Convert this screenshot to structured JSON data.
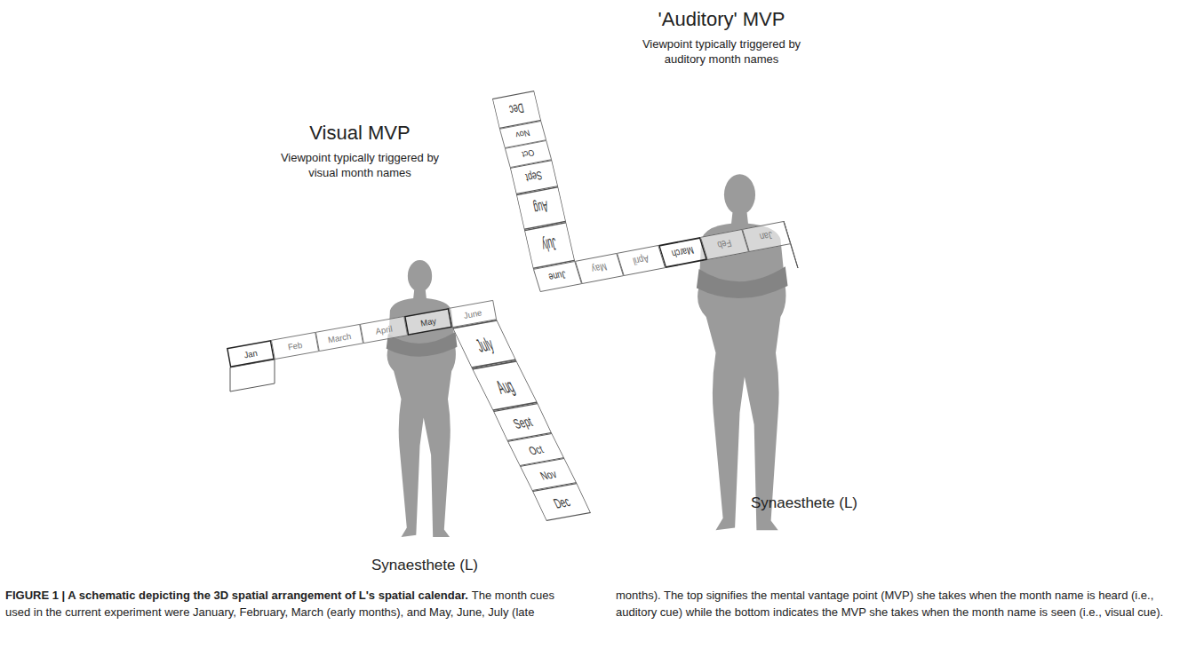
{
  "diagram": {
    "title": "FIGURE 1 | A schematic depicting the 3D spatial arrangement of L's spatial calendar.",
    "caption": "The month cues used in the current experiment were January, February, March (early months), and May, June, July (late months). The top signifies the mental vantage point (MVP) she takes when the month name is heard (i.e., auditory cue) while the bottom indicates the MVP she takes when the month name is seen (i.e., visual cue).",
    "nodes": [
      {
        "text": [
          "Jan"
        ]
      },
      {
        "text": [
          "Feb"
        ]
      },
      {
        "text": [
          "March"
        ]
      },
      {
        "text": [
          "April"
        ]
      },
      {
        "text": [
          "May"
        ]
      },
      {
        "text": [
          "June"
        ]
      },
      {
        "text": [
          "July"
        ]
      },
      {
        "text": [
          "Aug"
        ]
      },
      {
        "text": [
          "Sept"
        ]
      },
      {
        "text": [
          "Oct"
        ]
      },
      {
        "text": [
          "Nov"
        ]
      },
      {
        "text": [
          "Dec"
        ]
      },
      {
        "text": [
          "Jan"
        ]
      },
      {
        "text": [
          "Feb"
        ]
      },
      {
        "text": [
          "March"
        ]
      },
      {
        "text": [
          "April"
        ]
      },
      {
        "text": [
          "May"
        ]
      },
      {
        "text": [
          "June"
        ]
      },
      {
        "text": [
          "July"
        ]
      },
      {
        "text": [
          "Aug"
        ]
      },
      {
        "text": [
          "Sept"
        ]
      },
      {
        "text": [
          "Oct"
        ]
      },
      {
        "text": [
          "Nov"
        ]
      },
      {
        "text": [
          "Dec"
        ]
      }
    ],
    "labels": [
      "'Auditory' MVP",
      "Viewpoint typically triggered by auditory month names",
      "Synaesthete (L)",
      "Visual MVP",
      "Viewpoint typically triggered by visual month names",
      "Synaesthete (L)"
    ]
  }
}
